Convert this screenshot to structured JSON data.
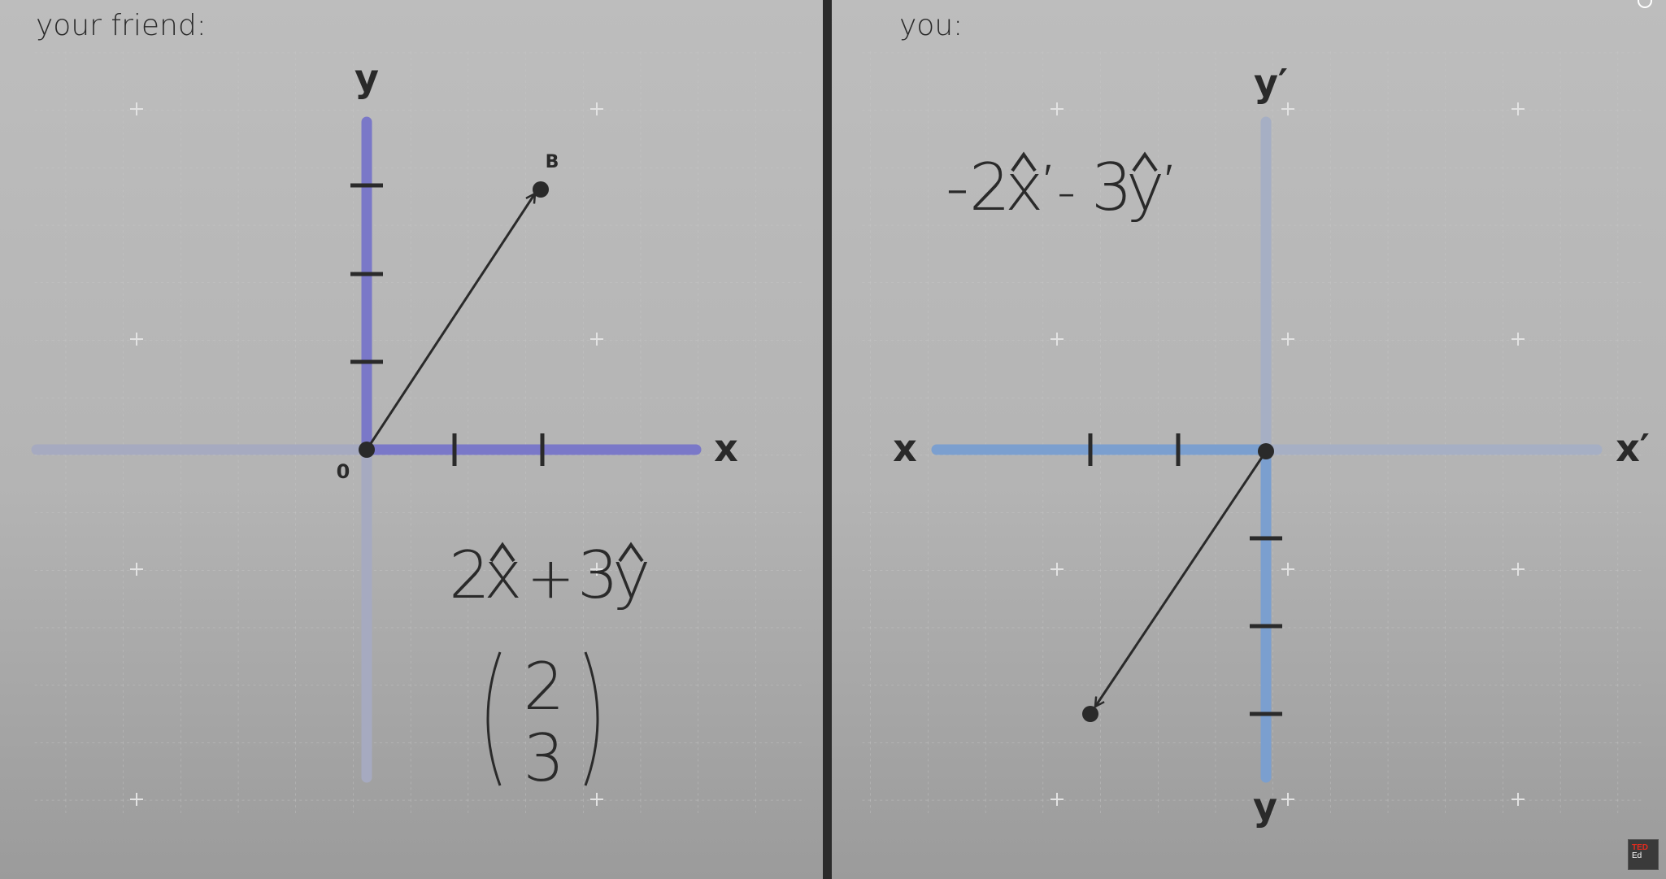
{
  "left_panel": {
    "title": "your friend:",
    "axis_y_label": "y",
    "axis_x_label": "x",
    "origin_label": "0",
    "point_label": "B",
    "equation": {
      "coef_x": "2",
      "operator": "+",
      "coef_y": "3"
    },
    "column_vector": {
      "top": "2",
      "bottom": "3"
    },
    "vector": {
      "x": 2,
      "y": 3
    }
  },
  "right_panel": {
    "title": "you:",
    "axis_y_prime_label": "y′",
    "axis_x_prime_label": "x′",
    "axis_x_label": "x",
    "axis_y_label": "y",
    "equation": {
      "coef_x": "-2",
      "operator": "-",
      "coef_y": "3",
      "prime": "′"
    },
    "vector": {
      "x": -2,
      "y": -3
    }
  },
  "badge": {
    "line1": "TED",
    "line2": "Ed"
  },
  "colors": {
    "purple_axis": "#7a78c8",
    "blue_axis": "#7b9fcf",
    "faded_axis": "#a6aac0",
    "divider": "#2b2b2b",
    "ink": "#2a2a2a"
  }
}
